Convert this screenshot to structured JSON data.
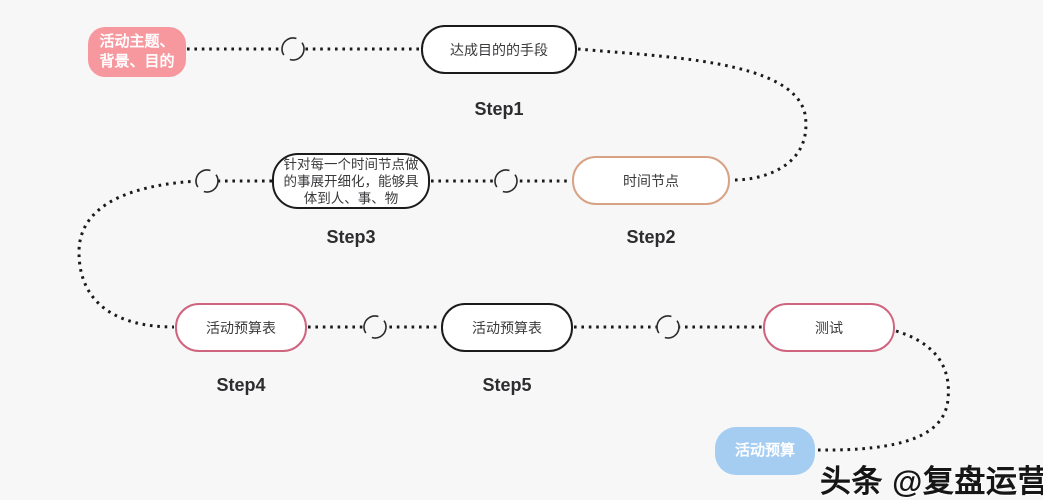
{
  "diagram": {
    "background_color": "#f7f7f8",
    "connector_color": "#1a1a1a",
    "nodes": {
      "source": {
        "lines": [
          "活动主题、",
          "背景、目的"
        ],
        "fill": "#f7989f",
        "text_color": "#ffffff"
      },
      "step1": {
        "label": "达成目的的手段",
        "caption": "Step1",
        "border": "#1b1b1b"
      },
      "step2": {
        "label": "时间节点",
        "caption": "Step2",
        "border": "#d8a284"
      },
      "step3": {
        "lines": [
          "针对每一个时间节点做",
          "的事展开细化，能够具",
          "体到人、事、物"
        ],
        "caption": "Step3",
        "border": "#1b1b1b"
      },
      "step4": {
        "label": "活动预算表",
        "caption": "Step4",
        "border": "#cf647f"
      },
      "step5": {
        "label": "活动预算表",
        "caption": "Step5",
        "border": "#1b1b1b"
      },
      "test": {
        "label": "测试",
        "border": "#cf647f"
      },
      "budget": {
        "label": "活动预算",
        "fill": "#a5cdf2",
        "text_color": "#ffffff"
      }
    },
    "watermark": "头条 @复盘运营"
  }
}
